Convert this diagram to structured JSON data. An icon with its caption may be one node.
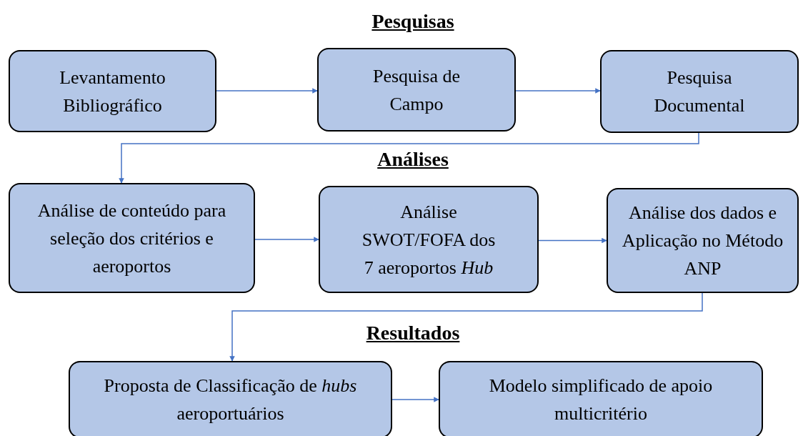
{
  "diagram": {
    "nodes": [
      {
        "text": [
          "Levantamento Bibliográfico"
        ]
      },
      {
        "text": [
          "Pesquisa de Campo"
        ]
      },
      {
        "text": [
          "Pesquisa Documental"
        ]
      },
      {
        "text": [
          "Análise de conteúdo para seleção dos critérios e aeroportos"
        ]
      },
      {
        "text": [
          "Análise SWOT/FOFA dos 7 aeroportos *Hub*"
        ]
      },
      {
        "text": [
          "Análise dos dados e Aplicação no Método ANP"
        ]
      },
      {
        "text": [
          "Proposta de Classificação de *hubs* aeroportuários"
        ]
      },
      {
        "text": [
          "Modelo simplificado de apoio multicritério"
        ]
      }
    ],
    "edges": [
      {
        "from": 0,
        "to": 1,
        "arrow": "to"
      },
      {
        "from": 1,
        "to": 2,
        "arrow": "to"
      },
      {
        "from": 2,
        "to": 3,
        "arrow": "to"
      },
      {
        "from": 3,
        "to": 4,
        "arrow": "to"
      },
      {
        "from": 4,
        "to": 5,
        "arrow": "to"
      },
      {
        "from": 5,
        "to": 6,
        "arrow": "to"
      },
      {
        "from": 6,
        "to": 7,
        "arrow": "to"
      }
    ],
    "labels": [
      "Pesquisas",
      "Análises",
      "Resultados"
    ]
  }
}
